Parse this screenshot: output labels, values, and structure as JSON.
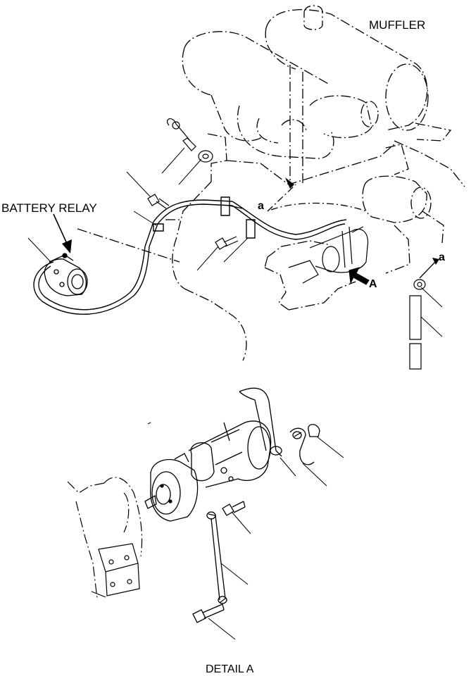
{
  "labels": {
    "muffler": "MUFFLER",
    "battery_relay": "BATTERY RELAY",
    "view_a_marker": "A",
    "connector_a_top": "a",
    "connector_a_right": "a",
    "detail_title": "DETAIL A"
  },
  "colors": {
    "line": "#000000",
    "background": "#ffffff"
  }
}
